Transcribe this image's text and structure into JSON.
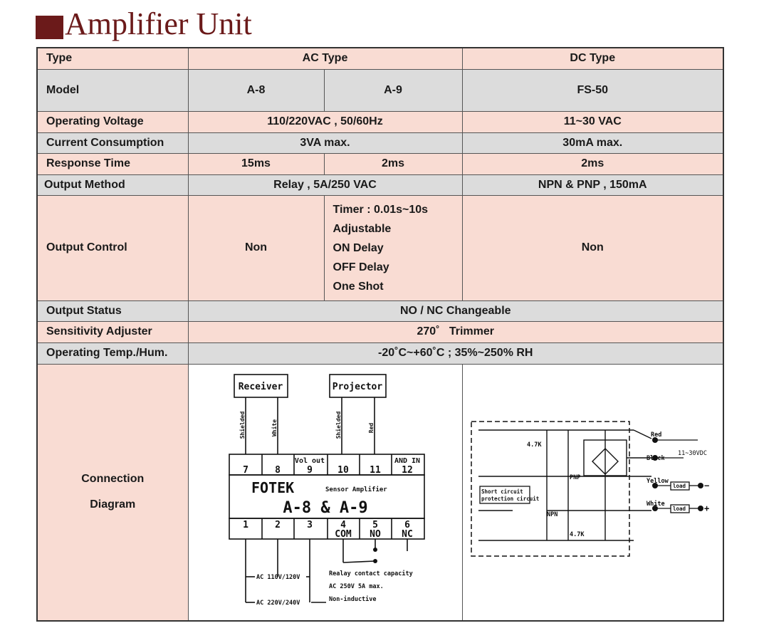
{
  "title": "Amplifier Unit",
  "header": {
    "type": "Type",
    "ac": "AC Type",
    "dc": "DC Type"
  },
  "rows": {
    "model": {
      "label": "Model",
      "a8": "A-8",
      "a9": "A-9",
      "dc": "FS-50"
    },
    "voltage": {
      "label": "Operating Voltage",
      "ac": "110/220VAC , 50/60Hz",
      "dc": "11~30 VAC"
    },
    "current": {
      "label": "Current Consumption",
      "ac": "3VA max.",
      "dc": "30mA max."
    },
    "response": {
      "label": "Response Time",
      "a8": "15ms",
      "a9": "2ms",
      "dc": "2ms"
    },
    "output_method": {
      "label": "Output Method",
      "ac": "Relay , 5A/250 VAC",
      "dc": "NPN & PNP , 150mA"
    },
    "output_control": {
      "label": "Output Control",
      "a8": "Non",
      "a9": [
        "Timer : 0.01s~10s",
        "Adjustable",
        "ON Delay",
        "OFF Delay",
        "One Shot"
      ],
      "dc": "Non"
    },
    "output_status": {
      "label": "Output Status",
      "value": "NO / NC Changeable"
    },
    "sensitivity": {
      "label": "Sensitivity Adjuster",
      "value": "270˚   Trimmer"
    },
    "temp": {
      "label": "Operating Temp./Hum.",
      "value": "-20˚C~+60˚C ; 35%~250% RH"
    },
    "connection": {
      "label_line1": "Connection",
      "label_line2": "Diagram"
    }
  },
  "diagram_ac": {
    "receiver": "Receiver",
    "projector": "Projector",
    "wire_shielded": "Shielded",
    "wire_white": "White",
    "wire_red": "Red",
    "top_terminals": [
      "7",
      "8",
      "9",
      "10",
      "11",
      "12"
    ],
    "vol_out": "Vol out",
    "and_in": "AND IN",
    "brand": "FOTEK",
    "subtitle": "Sensor Amplifier",
    "model": "A-8 & A-9",
    "bottom_terminals": [
      "1",
      "2",
      "3",
      "4",
      "5",
      "6"
    ],
    "com": "COM",
    "no": "NO",
    "nc": "NC",
    "ac_low": "AC 110V/120V",
    "ac_high": "AC 220V/240V",
    "relay_1": "Realay contact capacity",
    "relay_2": "AC 250V 5A max.",
    "relay_3": "Non-inductive"
  },
  "diagram_dc": {
    "red": "Red",
    "black": "Black",
    "supply": "11~30VDC",
    "yellow": "Yellow",
    "white": "White",
    "load": "load",
    "minus": "−",
    "plus": "+",
    "pnp": "PNP",
    "npn": "NPN",
    "r1": "4.7K",
    "r2": "4.7K",
    "short_1": "Short circuit",
    "short_2": "protection circuit"
  }
}
